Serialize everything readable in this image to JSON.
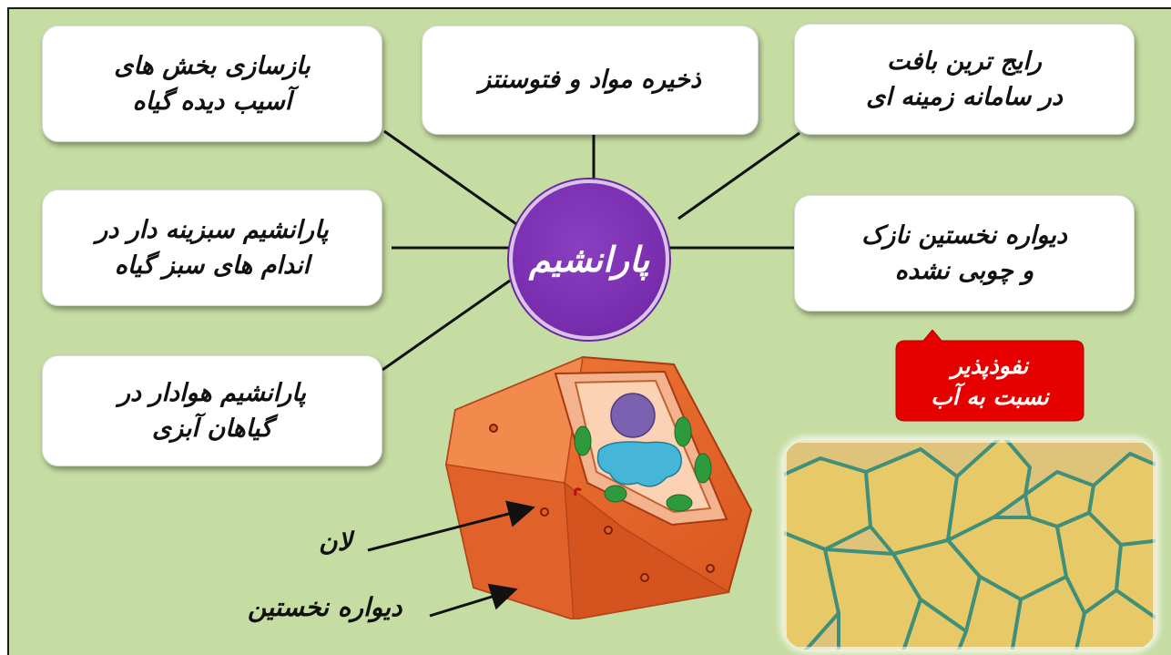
{
  "center": {
    "label": "پارانشیم"
  },
  "cards": {
    "repair": {
      "line1": "بازسازی بخش های",
      "line2": "آسیب دیده گیاه"
    },
    "storage": {
      "line1": "ذخیره مواد و فتوسنتز"
    },
    "common": {
      "line1": "رایج ترین بافت",
      "line2": "در سامانه زمینه ای"
    },
    "chlorenchyma": {
      "line1": "پارانشیم سبزینه دار در",
      "line2": "اندام های سبز گیاه"
    },
    "wall": {
      "line1": "دیواره نخستین نازک",
      "line2": "و چوبی نشده"
    },
    "aerenchyma": {
      "line1": "پارانشیم هوادار در",
      "line2": "گیاهان آبزی"
    }
  },
  "callout": {
    "line1": "نفوذپذیر",
    "line2": "نسبت به آب",
    "color": "#e60000"
  },
  "labels": {
    "pit": "لان",
    "primary_wall": "دیواره نخستین"
  },
  "colors": {
    "background": "#c5dca2",
    "center": "#7a2fb0",
    "cell": "#e8652a"
  }
}
